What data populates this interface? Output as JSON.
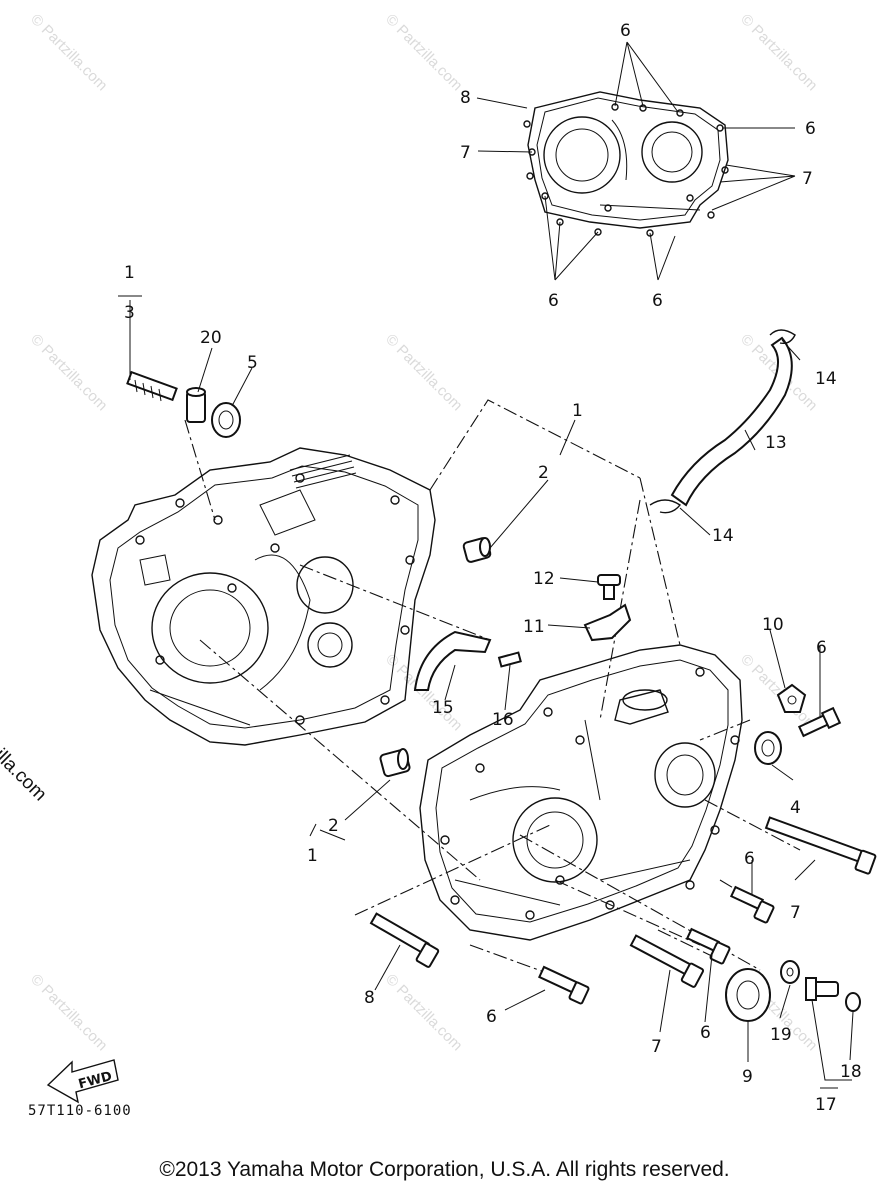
{
  "diagram": {
    "catalog_code": "57T110-6100",
    "copyright": "©2013 Yamaha Motor Corporation, U.S.A. All rights reserved.",
    "watermark": "© Partzilla.com",
    "side_watermark": "© Partzilla.com",
    "fwd_label": "FWD",
    "callouts": {
      "c6a": "6",
      "c8": "8",
      "c6b": "6",
      "c7a": "7",
      "c7b": "7",
      "c6c": "6",
      "c6d": "6",
      "c1a": "1",
      "c3": "3",
      "c20": "20",
      "c5": "5",
      "c1b": "1",
      "c2a": "2",
      "c14a": "14",
      "c13": "13",
      "c14b": "14",
      "c12": "12",
      "c11": "11",
      "c10": "10",
      "c6e": "6",
      "c15": "15",
      "c16": "16",
      "c4": "4",
      "c2b": "2",
      "c1c": "1",
      "c6f": "6",
      "c7c": "7",
      "c7d": "7",
      "c6g": "6",
      "c8b": "8",
      "c6h": "6",
      "c9": "9",
      "c19": "19",
      "c18": "18",
      "c17": "17"
    }
  }
}
